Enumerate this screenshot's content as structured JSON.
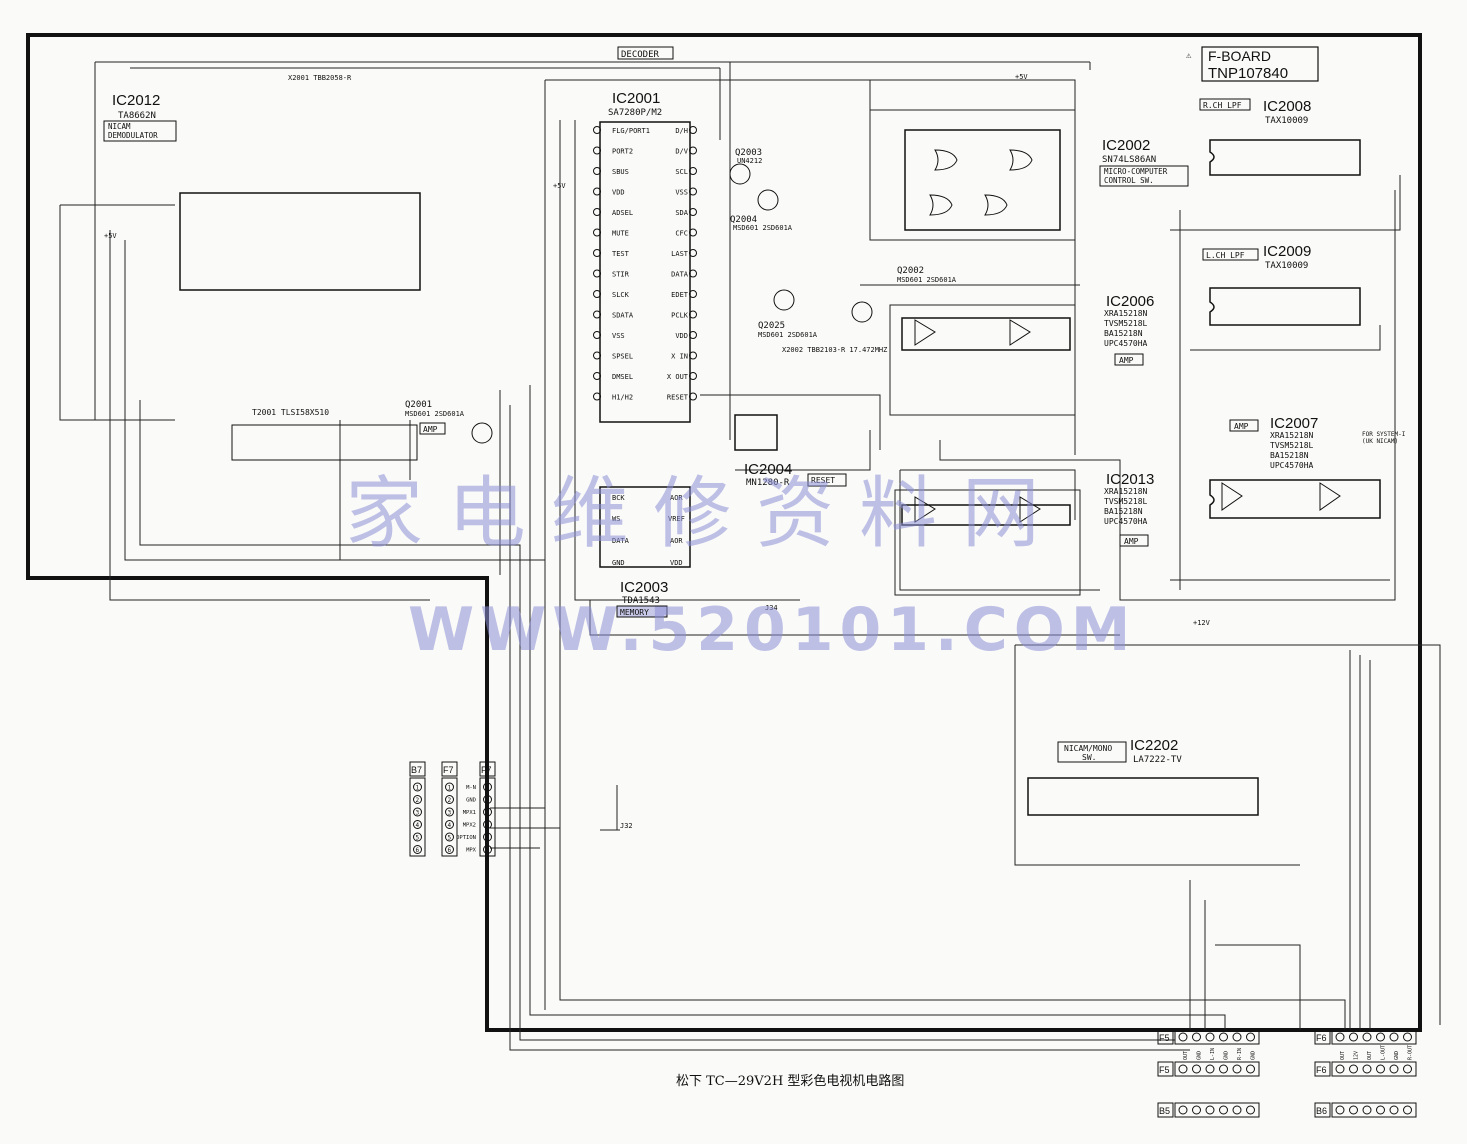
{
  "board": {
    "title": "F-BOARD",
    "part": "TNP107840",
    "decoder": "DECODER",
    "memory": "MEMORY",
    "reset": "RESET"
  },
  "supplies": {
    "p5v_a": "+5V",
    "p5v_b": "+5V",
    "p5v_c": "+5V",
    "p12v": "+12V"
  },
  "ics": [
    {
      "id": "IC2012",
      "part": "TA8662N",
      "tag": "NICAM DEMODULATOR"
    },
    {
      "id": "IC2001",
      "part": "SA7280P/M2"
    },
    {
      "id": "IC2002",
      "part": "SN74LS86AN",
      "tag": "MICRO-COMPUTER CONTROL SW."
    },
    {
      "id": "IC2008",
      "part": "TAX10009",
      "tag": "R.CH LPF"
    },
    {
      "id": "IC2009",
      "part": "TAX10009",
      "tag": "L.CH LPF"
    },
    {
      "id": "IC2006",
      "part": "XRA15218N TVSM5218L BA15218N UPC4570HA",
      "tag": "AMP"
    },
    {
      "id": "IC2007",
      "part": "XRA15218N TVSM5218L BA15218N UPC4570HA",
      "tag": "AMP"
    },
    {
      "id": "IC2013",
      "part": "XRA15218N TVSM5218L BA15218N UPC4570HA",
      "tag": "AMP"
    },
    {
      "id": "IC2004",
      "part": "MN1280-R"
    },
    {
      "id": "IC2003",
      "part": "TDA1543"
    },
    {
      "id": "IC2202",
      "part": "LA7222-TV",
      "tag": "NICAM/MONO SW."
    }
  ],
  "ic2001_pins_left": [
    "FLG/PORT1",
    "PORT2",
    "SBUS",
    "VDD",
    "ADSEL",
    "MUTE",
    "TEST",
    "STIR",
    "SLCK",
    "SDATA",
    "VSS",
    "SPSEL",
    "DMSEL",
    "H1/H2"
  ],
  "ic2001_pins_right": [
    "D/H",
    "D/V",
    "SCL",
    "VSS",
    "SDA",
    "CFC",
    "LAST",
    "DATA",
    "EDET",
    "PCLK",
    "VDD",
    "X IN",
    "X OUT",
    "RESET"
  ],
  "transistors": [
    {
      "id": "Q2001",
      "part": "MSD601 2SD601A"
    },
    {
      "id": "Q2002",
      "part": "MSD601 2SD601A"
    },
    {
      "id": "Q2003",
      "part": "UN4212"
    },
    {
      "id": "Q2004",
      "part": "MSD601 2SD601A"
    },
    {
      "id": "Q2025",
      "part": "MSD601 2SD601A"
    }
  ],
  "connectors": {
    "f7_signals": [
      "M-N",
      "GND",
      "MPX1",
      "MPX2",
      "OPTION",
      "MPX"
    ],
    "left": [
      "B7",
      "F7",
      "F7"
    ],
    "bottom_left": [
      "F5",
      "F5",
      "B5"
    ],
    "bottom_right": [
      "F6",
      "F6",
      "B6"
    ],
    "f5_pins": [
      "OUT",
      "GND",
      "L-IN",
      "GND",
      "R-IN",
      "GND"
    ],
    "f6_pins": [
      "OUT",
      "12V",
      "OUT",
      "L-OUT",
      "GND",
      "R-OUT"
    ]
  },
  "misc_labels": {
    "t2001": "T2001 TLSI58X510",
    "x2001": "X2001 TBB2058-R",
    "x2002": "X2002 TBB2103-R 17.472MHZ",
    "amp_q2001": "AMP",
    "system": "FOR SYSTEM-I (UK NICAM)",
    "j32": "J32",
    "j34": "J34"
  },
  "watermark": {
    "cn": "家 电 维 修 资 料 网",
    "url": "WWW.520101.COM"
  },
  "caption": "松下 TC—29V2H 型彩色电视机电路图",
  "colors": {
    "ink": "#111111",
    "paper": "#fafaf8",
    "watermark": "#8c8fd6"
  }
}
